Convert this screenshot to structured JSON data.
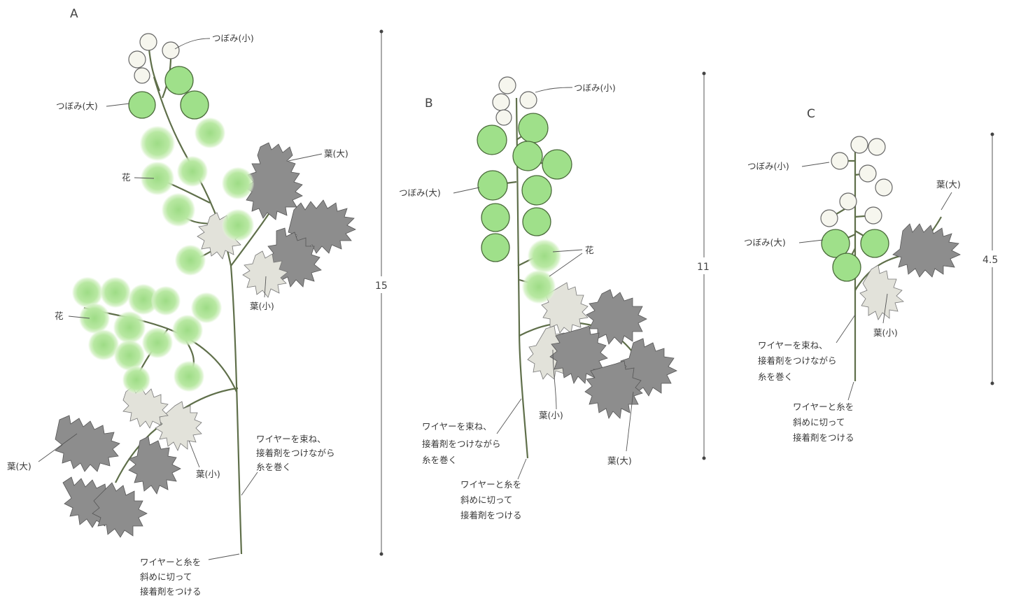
{
  "figures": [
    {
      "id": "A",
      "section_label": "A",
      "height_value": "15",
      "labels": {
        "bud_small": "つぼみ(小)",
        "bud_large": "つぼみ(大)",
        "flower_upper": "花",
        "flower_lower": "花",
        "leaf_large_upper": "葉(大)",
        "leaf_small_upper": "葉(小)",
        "leaf_large_lower": "葉(大)",
        "leaf_small_lower": "葉(小)",
        "wrap_note": [
          "ワイヤーを束ね、",
          "接着剤をつけながら",
          "糸を巻く"
        ],
        "cut_note": [
          "ワイヤーと糸を",
          "斜めに切って",
          "接着剤をつける"
        ]
      }
    },
    {
      "id": "B",
      "section_label": "B",
      "height_value": "11",
      "labels": {
        "bud_small": "つぼみ(小)",
        "bud_large": "つぼみ(大)",
        "flower": "花",
        "leaf_small": "葉(小)",
        "leaf_large": "葉(大)",
        "wrap_note": [
          "ワイヤーを束ね、",
          "接着剤をつけながら",
          "糸を巻く"
        ],
        "cut_note": [
          "ワイヤーと糸を",
          "斜めに切って",
          "接着剤をつける"
        ]
      }
    },
    {
      "id": "C",
      "section_label": "C",
      "height_value": "4.5",
      "labels": {
        "bud_small": "つぼみ(小)",
        "bud_large": "つぼみ(大)",
        "leaf_large": "葉(大)",
        "leaf_small": "葉(小)",
        "wrap_note": [
          "ワイヤーを束ね、",
          "接着剤をつけながら",
          "糸を巻く"
        ],
        "cut_note": [
          "ワイヤーと糸を",
          "斜めに切って",
          "接着剤をつける"
        ]
      }
    }
  ],
  "colors": {
    "bud_large": "#9fe08a",
    "bud_small": "#f6f6ee",
    "flower": "#b6e6a0",
    "leaf_large": "#8d8d8d",
    "leaf_small": "#e2e2da",
    "stem": "#c9dfb4"
  }
}
